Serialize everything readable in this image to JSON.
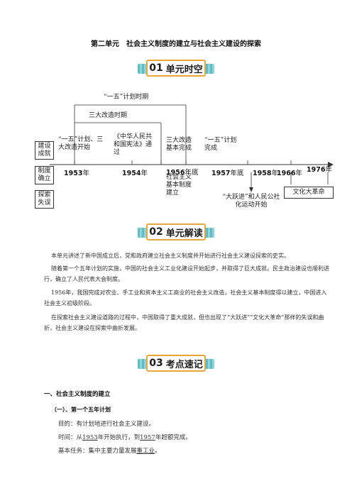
{
  "title": "第二单元　社会主义制度的建立与社会主义建设的探索",
  "sections": [
    {
      "num": "01",
      "label": "单元时空"
    },
    {
      "num": "02",
      "label": "单元解读"
    },
    {
      "num": "03",
      "label": "考点速记"
    }
  ],
  "timeline": {
    "bracket_top": "“一五”计划时期",
    "bracket_bottom": "三大改造时期",
    "side_labels": [
      "建设成就",
      "制度确立",
      "探索失误"
    ],
    "events_above": [
      "“一五”计划、三大改造开始",
      "《中华人民共和国宪法》通过",
      "三大改造基本完成",
      "“一五”计划完成"
    ],
    "years": [
      {
        "num": "1953",
        "unit": "年"
      },
      {
        "num": "1954",
        "unit": "年"
      },
      {
        "num": "1956",
        "unit": "年底"
      },
      {
        "num": "1957",
        "unit": "年底"
      },
      {
        "num": "1958",
        "unit": "年"
      },
      {
        "num": "1966",
        "unit": "年"
      },
      {
        "num": "1976",
        "unit": "年"
      }
    ],
    "events_below": [
      "社会主义基本制度建立",
      "“大跃进”和人民公社化运动开始",
      "文化大革命"
    ]
  },
  "interpretation": [
    "本单元讲述了新中国成立后，党和政府建立社会主义制度并开始进行社会主义建设探索的史实。",
    "随着第一个五年计划的实施，中国的社会主义工业化建设开始起步，并取得了巨大成就。民主政治建设也顺利进行，确立了人民代表大会制度。",
    "1956年，我国完成对农业、手工业和资本主义工商业的社会主义改造，社会主义基本制度得以建立，中国进入社会主义初级阶段。",
    "在探索社会主义建设道路的过程中，中国取得了重大成就，但也出现了“大跃进”“文化大革命”那样的失误和曲折，社会主义建设在探索中曲折发展。"
  ],
  "points": {
    "heading": "一、社会主义制度的建立",
    "sub": "（一）、第一个五年计划",
    "purpose": "目的：有计划地进行社会主义建设。",
    "time_prefix": "时间：从",
    "time_y1": "1953",
    "time_mid": "年开始执行，到",
    "time_y2": "1957",
    "time_suffix": "年超额完成。",
    "task_prefix": "基本任务：集中主要力量发展",
    "task_key": "重工业",
    "task_suffix": "。"
  }
}
